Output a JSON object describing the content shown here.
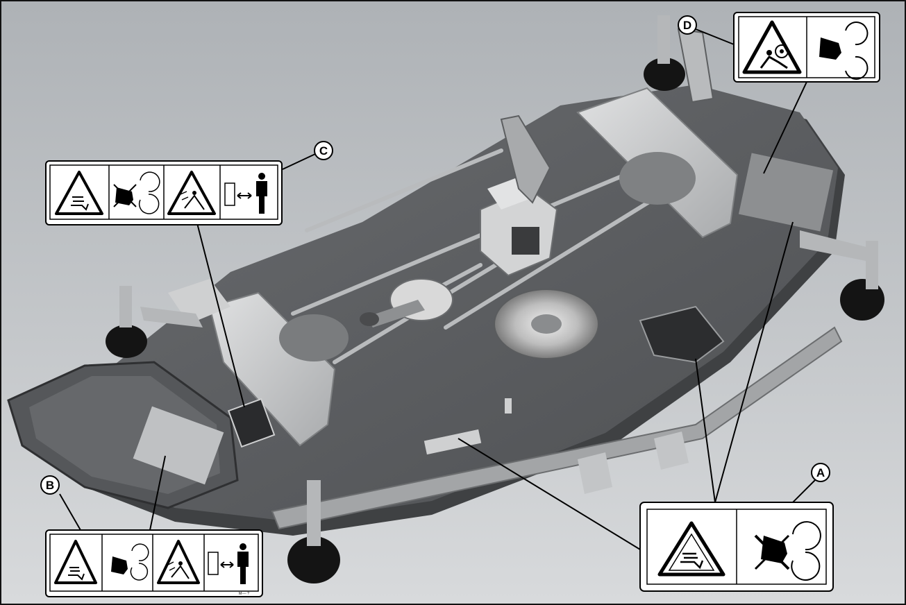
{
  "figure": {
    "callouts": [
      {
        "id": "A",
        "letter": "A"
      },
      {
        "id": "B",
        "letter": "B"
      },
      {
        "id": "C",
        "letter": "C"
      },
      {
        "id": "D",
        "letter": "D"
      }
    ]
  },
  "labels": {
    "A": {
      "panels": [
        "warning-triangle-belt-icon",
        "hand-rotating-blade-icon"
      ]
    },
    "B": {
      "panels": [
        "warning-triangle-belt-icon",
        "hand-rotating-blade-icon",
        "warning-triangle-thrown-object-icon",
        "keep-distance-person-icon"
      ],
      "tiny_code": "M---- ?"
    },
    "C": {
      "panels": [
        "warning-triangle-belt-icon",
        "hand-rotating-blade-icon",
        "warning-triangle-thrown-object-icon",
        "keep-distance-person-icon"
      ]
    },
    "D": {
      "panels": [
        "warning-triangle-entanglement-icon",
        "hand-rotating-blade-icon"
      ]
    }
  },
  "colors": {
    "deck": "#5b5d60",
    "deck_dark": "#3b3c3e",
    "panel": "#c9cacb",
    "background": "#b8bbbe"
  }
}
